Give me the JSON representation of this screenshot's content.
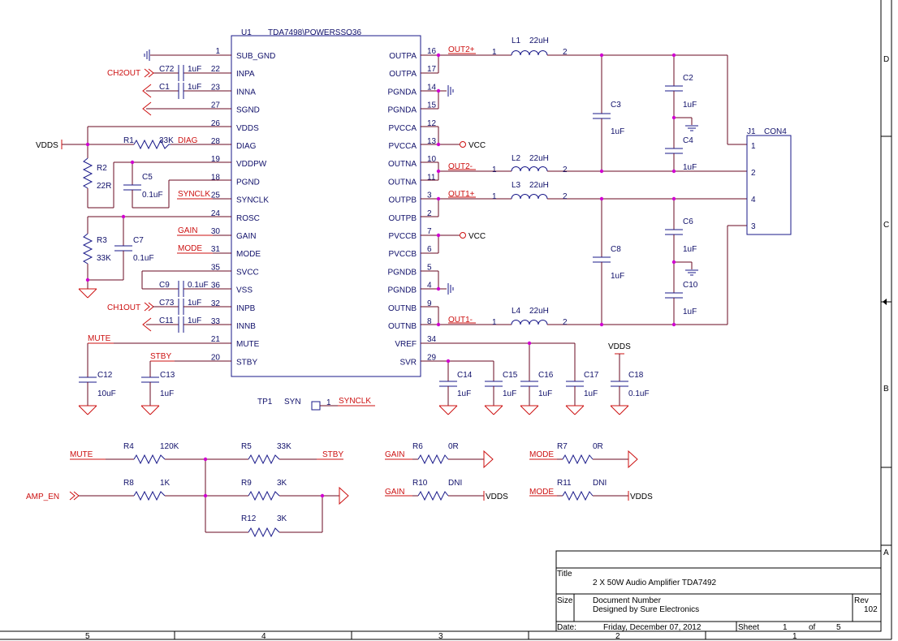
{
  "ic": {
    "ref": "U1",
    "part": "TDA7498\\POWERSSO36",
    "left_pins": [
      {
        "num": "1",
        "name": "SUB_GND"
      },
      {
        "num": "22",
        "name": "INPA"
      },
      {
        "num": "23",
        "name": "INNA"
      },
      {
        "num": "27",
        "name": "SGND"
      },
      {
        "num": "26",
        "name": "VDDS"
      },
      {
        "num": "28",
        "name": "DIAG"
      },
      {
        "num": "19",
        "name": "VDDPW"
      },
      {
        "num": "18",
        "name": "PGND"
      },
      {
        "num": "25",
        "name": "SYNCLK"
      },
      {
        "num": "24",
        "name": "ROSC"
      },
      {
        "num": "30",
        "name": "GAIN"
      },
      {
        "num": "31",
        "name": "MODE"
      },
      {
        "num": "35",
        "name": "SVCC"
      },
      {
        "num": "36",
        "name": "VSS"
      },
      {
        "num": "32",
        "name": "INPB"
      },
      {
        "num": "33",
        "name": "INNB"
      },
      {
        "num": "21",
        "name": "MUTE"
      },
      {
        "num": "20",
        "name": "STBY"
      }
    ],
    "right_pins": [
      {
        "num": "16",
        "name": "OUTPA"
      },
      {
        "num": "17",
        "name": "OUTPA"
      },
      {
        "num": "14",
        "name": "PGNDA"
      },
      {
        "num": "15",
        "name": "PGNDA"
      },
      {
        "num": "12",
        "name": "PVCCA"
      },
      {
        "num": "13",
        "name": "PVCCA"
      },
      {
        "num": "10",
        "name": "OUTNA"
      },
      {
        "num": "11",
        "name": "OUTNA"
      },
      {
        "num": "3",
        "name": "OUTPB"
      },
      {
        "num": "2",
        "name": "OUTPB"
      },
      {
        "num": "7",
        "name": "PVCCB"
      },
      {
        "num": "6",
        "name": "PVCCB"
      },
      {
        "num": "5",
        "name": "PGNDB"
      },
      {
        "num": "4",
        "name": "PGNDB"
      },
      {
        "num": "9",
        "name": "OUTNB"
      },
      {
        "num": "8",
        "name": "OUTNB"
      },
      {
        "num": "34",
        "name": "VREF"
      },
      {
        "num": "29",
        "name": "SVR"
      }
    ]
  },
  "left_parts": {
    "c72": {
      "ref": "C72",
      "val": "1uF"
    },
    "c1": {
      "ref": "C1",
      "val": "1uF"
    },
    "ch2out": "CH2OUT",
    "vdds": "VDDS",
    "r1": {
      "ref": "R1",
      "val": "33K"
    },
    "diag": "DIAG",
    "r2": {
      "ref": "R2",
      "val": "22R"
    },
    "c5": {
      "ref": "C5",
      "val": "0.1uF"
    },
    "synclk": "SYNCLK",
    "r3": {
      "ref": "R3",
      "val": "33K"
    },
    "c7": {
      "ref": "C7",
      "val": "0.1uF"
    },
    "gain": "GAIN",
    "mode": "MODE",
    "c9": {
      "ref": "C9",
      "val": "0.1uF"
    },
    "ch1out": "CH1OUT",
    "c73": {
      "ref": "C73",
      "val": "1uF"
    },
    "c11": {
      "ref": "C11",
      "val": "1uF"
    },
    "mute": "MUTE",
    "stby": "STBY",
    "c12": {
      "ref": "C12",
      "val": "10uF"
    },
    "c13": {
      "ref": "C13",
      "val": "1uF"
    }
  },
  "right_parts": {
    "out2p": "OUT2+",
    "out2m": "OUT2-",
    "out1p": "OUT1+",
    "out1m": "OUT1-",
    "vcc": "VCC",
    "l1": {
      "ref": "L1",
      "val": "22uH"
    },
    "l2": {
      "ref": "L2",
      "val": "22uH"
    },
    "l3": {
      "ref": "L3",
      "val": "22uH"
    },
    "l4": {
      "ref": "L4",
      "val": "22uH"
    },
    "c2": {
      "ref": "C2",
      "val": "1uF"
    },
    "c3": {
      "ref": "C3",
      "val": "1uF"
    },
    "c4": {
      "ref": "C4",
      "val": "1uF"
    },
    "c6": {
      "ref": "C6",
      "val": "1uF"
    },
    "c8": {
      "ref": "C8",
      "val": "1uF"
    },
    "c10": {
      "ref": "C10",
      "val": "1uF"
    },
    "j1": {
      "ref": "J1",
      "val": "CON4"
    },
    "c14": {
      "ref": "C14",
      "val": "1uF"
    },
    "c15": {
      "ref": "C15",
      "val": "1uF"
    },
    "c16": {
      "ref": "C16",
      "val": "1uF"
    },
    "c17": {
      "ref": "C17",
      "val": "1uF"
    },
    "c18": {
      "ref": "C18",
      "val": "0.1uF"
    },
    "vdds": "VDDS",
    "tp1": {
      "ref": "TP1",
      "val": "SYN",
      "pin": "1",
      "net": "SYNCLK"
    }
  },
  "bottom_parts": {
    "mute": "MUTE",
    "stby": "STBY",
    "amp_en": "AMP_EN",
    "r4": {
      "ref": "R4",
      "val": "120K"
    },
    "r5": {
      "ref": "R5",
      "val": "33K"
    },
    "r8": {
      "ref": "R8",
      "val": "1K"
    },
    "r9": {
      "ref": "R9",
      "val": "3K"
    },
    "r12": {
      "ref": "R12",
      "val": "3K"
    },
    "gain": "GAIN",
    "mode": "MODE",
    "vdds": "VDDS",
    "r6": {
      "ref": "R6",
      "val": "0R"
    },
    "r10": {
      "ref": "R10",
      "val": "DNI"
    },
    "r7": {
      "ref": "R7",
      "val": "0R"
    },
    "r11": {
      "ref": "R11",
      "val": "DNI"
    }
  },
  "title_block": {
    "title_label": "Title",
    "title": "2 X 50W Audio Amplifier  TDA7492",
    "size_label": "Size",
    "docnum_label": "Document Number",
    "designer": "Designed by Sure Electronics",
    "rev_label": "Rev",
    "rev": "102",
    "date_label": "Date:",
    "date": "Friday, December 07, 2012",
    "sheet_label": "Sheet",
    "sheet": "1",
    "of_label": "of",
    "sheets": "5"
  },
  "border": {
    "cols": [
      "5",
      "4",
      "3",
      "2",
      "1"
    ],
    "rows": [
      "D",
      "C",
      "B",
      "A"
    ]
  }
}
